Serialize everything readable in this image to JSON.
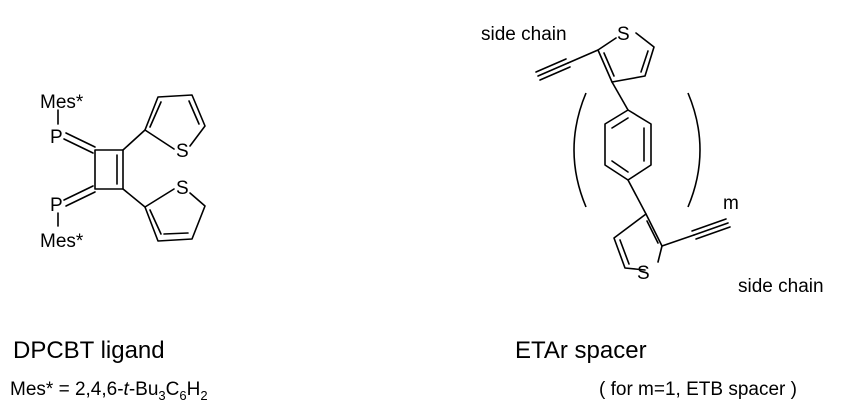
{
  "left": {
    "atoms": {
      "mes_top": "Mes*",
      "p_top": "P",
      "p_bottom": "P",
      "mes_bottom": "Mes*",
      "s_top": "S",
      "s_bottom": "S"
    },
    "caption": "DPCBT ligand",
    "note": {
      "prefix": "Mes* = 2,4,6-",
      "t": "t",
      "body": "-Bu",
      "sub3": "3",
      "c": "C",
      "sub6": "6",
      "h": "H",
      "sub2": "2"
    }
  },
  "right": {
    "labels": {
      "side_chain_top": "side chain",
      "side_chain_bottom": "side chain",
      "s_top": "S",
      "s_bottom": "S",
      "repeat_index": "m"
    },
    "caption": "ETAr spacer",
    "note": "( for m=1, ETB spacer )"
  }
}
